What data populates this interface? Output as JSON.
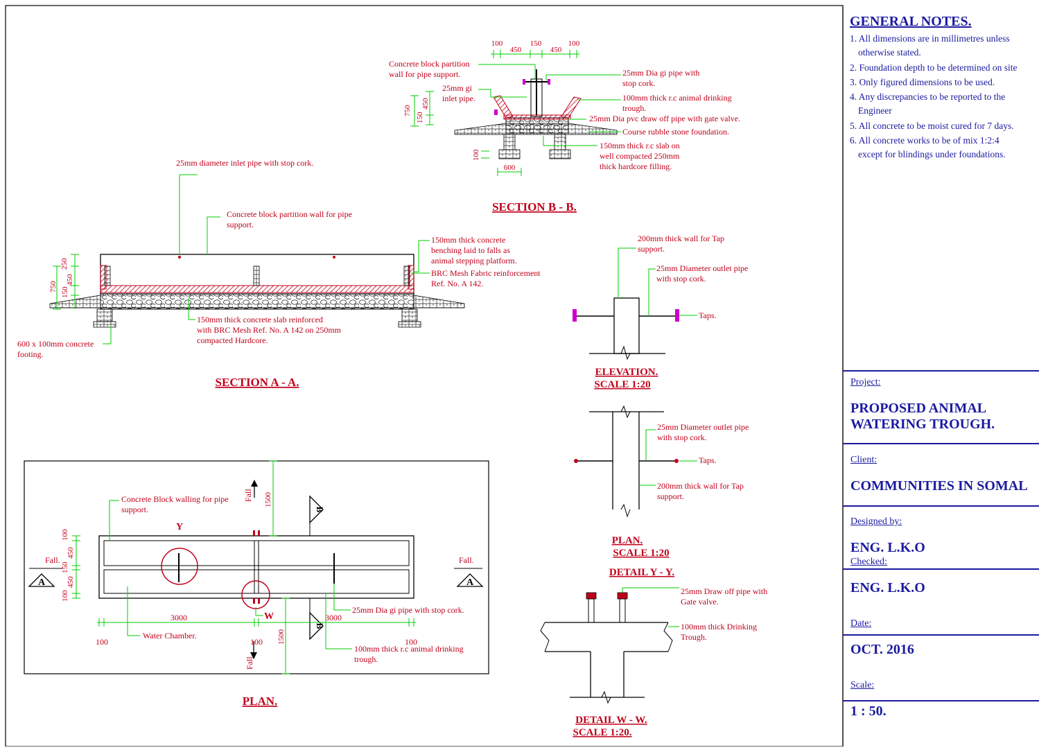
{
  "drawing": {
    "section_aa": {
      "title": "SECTION A - A.",
      "dims": [
        "750",
        "150",
        "450",
        "250"
      ],
      "label_inlet": "25mm diameter inlet pipe with stop cork.",
      "label_partition": [
        "Concrete block partition wall for pipe",
        "support."
      ],
      "label_benching": [
        "150mm thick concrete",
        "benching laid to falls as",
        "animal stepping platform."
      ],
      "label_brc": [
        "BRC Mesh Fabric reinforcement",
        "Ref. No. A 142."
      ],
      "label_slab": [
        "150mm thick concrete slab reinforced",
        "with BRC Mesh Ref. No. A 142 on 250mm",
        "compacted Hardcore."
      ],
      "label_footing": [
        "600 x 100mm concrete",
        "footing."
      ]
    },
    "section_bb": {
      "title": "SECTION B - B.",
      "dims_top": [
        "100",
        "450",
        "150",
        "450",
        "100"
      ],
      "dims_side": [
        "750",
        "150",
        "450"
      ],
      "dim_600": "600",
      "dim_100": "100",
      "label_partition": [
        "Concrete block partition",
        "wall for pipe support."
      ],
      "label_inlet": [
        "25mm gi",
        "inlet pipe."
      ],
      "label_gipipe": [
        "25mm Dia gi pipe with",
        "stop cork."
      ],
      "label_trough": [
        "100mm thick r.c animal drinking",
        "trough."
      ],
      "label_drawoff": "25mm Dia pvc draw off pipe with gate valve.",
      "label_rubble": "Course rubble stone foundation.",
      "label_slab": [
        "150mm thick r.c slab on",
        "well compacted 250mm",
        "thick hardcore filling."
      ]
    },
    "elevation": {
      "title": "ELEVATION.",
      "scale": "SCALE 1:20",
      "label_wall": [
        "200mm thick wall for Tap",
        "support."
      ],
      "label_outlet": [
        "25mm Diameter outlet pipe",
        "with stop cork."
      ],
      "label_taps": "Taps."
    },
    "plan_detail": {
      "title": "PLAN.",
      "scale": "SCALE 1:20",
      "label_outlet": [
        "25mm Diameter outlet pipe",
        "with stop cork."
      ],
      "label_taps": "Taps.",
      "label_wall": [
        "200mm thick wall for Tap",
        "support."
      ]
    },
    "detail_yy": {
      "title": "DETAIL Y - Y."
    },
    "detail_ww": {
      "title": "DETAIL W - W.",
      "scale": "SCALE 1:20.",
      "label_drawoff": [
        "25mm Draw off pipe with",
        "Gate valve."
      ],
      "label_trough": [
        "100mm thick Drinking",
        "Trough."
      ]
    },
    "plan": {
      "title": "PLAN.",
      "label_walling": [
        "Concrete Block walling for pipe",
        "support."
      ],
      "label_chamber": "Water Chamber.",
      "label_gipipe": "25mm Dia gi pipe with stop cork.",
      "label_trough": [
        "100mm thick r.c animal drinking",
        "trough."
      ],
      "fall": "Fall.",
      "fall_short": "Fall",
      "marker_y": "Y",
      "marker_w": "W",
      "marker_a": "A",
      "marker_b": "B",
      "dim_1500": "1500",
      "dim_3000": "3000",
      "dim_100": "100",
      "dims_side": [
        "100",
        "450",
        "150",
        "450",
        "100"
      ]
    }
  },
  "notes": {
    "title": "GENERAL NOTES.",
    "items": [
      {
        "num": "1.",
        "lines": [
          "All dimensions are in millimetres unless",
          "otherwise stated."
        ]
      },
      {
        "num": "2.",
        "lines": [
          "Foundation depth to be determined on site"
        ]
      },
      {
        "num": "3.",
        "lines": [
          "Only figured dimensions to be used."
        ]
      },
      {
        "num": "4.",
        "lines": [
          "Any discrepancies to be reported to the",
          "Engineer"
        ]
      },
      {
        "num": "5.",
        "lines": [
          "All concrete to be moist cured for 7 days."
        ]
      },
      {
        "num": "6.",
        "lines": [
          "All concrete works to be of mix 1:2:4",
          "except for blindings under foundations."
        ]
      }
    ]
  },
  "titleblock": {
    "project_label": "Project:",
    "project_value": [
      "PROPOSED ANIMAL",
      "WATERING TROUGH."
    ],
    "client_label": "Client:",
    "client_value": "COMMUNITIES IN SOMAL",
    "designed_label": "Designed by:",
    "designed_value": "ENG. L.K.O",
    "checked_label": "Checked:",
    "checked_value": "ENG. L.K.O",
    "date_label": "Date:",
    "date_value": "OCT. 2016",
    "scale_label": "Scale:",
    "scale_value": "1 : 50."
  },
  "colors": {
    "linework": "#000000",
    "annotation": "#c0001a",
    "leader": "#00cc00",
    "titleblock": "#1a1aa0",
    "hatch": "#c0001a",
    "valve": "#cc00cc"
  }
}
